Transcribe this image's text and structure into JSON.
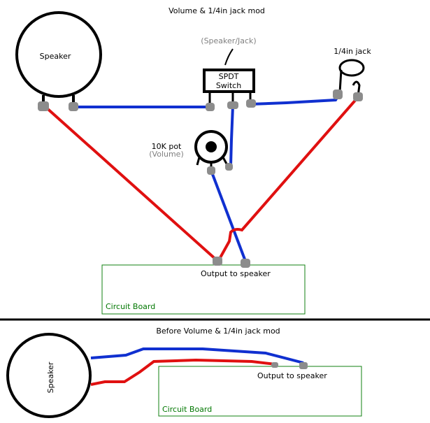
{
  "top": {
    "title": "Volume & 1/4in jack mod",
    "speaker_label": "Speaker",
    "switch_label_line1": "SPDT",
    "switch_label_line2": "Switch",
    "switch_caption": "(Speaker/Jack)",
    "jack_label": "1/4in jack",
    "pot_label_line1": "10K pot",
    "pot_label_line2": "(Volume)",
    "output_label": "Output to speaker",
    "board_label": "Circuit Board"
  },
  "bottom": {
    "title": "Before Volume & 1/4in jack mod",
    "speaker_label": "Speaker",
    "output_label": "Output to speaker",
    "board_label": "Circuit Board"
  },
  "colors": {
    "wire_positive": "#e01010",
    "wire_signal": "#1030d0",
    "terminal": "#8c8c8c",
    "board_outline": "#108010",
    "divider": "#000000"
  }
}
